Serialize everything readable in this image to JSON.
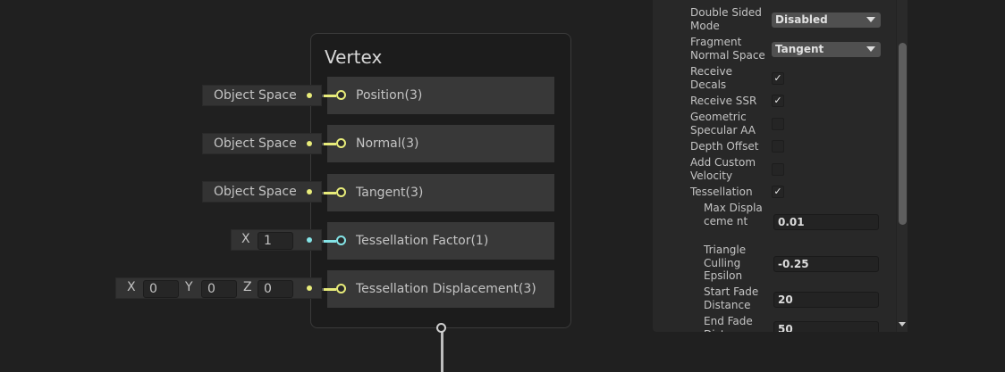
{
  "node": {
    "title": "Vertex",
    "ports": [
      {
        "label": "Position(3)",
        "input": "Object Space",
        "color": "#e8ec7a"
      },
      {
        "label": "Normal(3)",
        "input": "Object Space",
        "color": "#e8ec7a"
      },
      {
        "label": "Tangent(3)",
        "input": "Object Space",
        "color": "#e8ec7a"
      },
      {
        "label": "Tessellation Factor(1)",
        "x_label": "X",
        "x": "1",
        "color": "#84e4e7"
      },
      {
        "label": "Tessellation Displacement(3)",
        "x_label": "X",
        "x": "0",
        "y_label": "Y",
        "y": "0",
        "z_label": "Z",
        "z": "0",
        "color": "#e8ec7a"
      }
    ]
  },
  "inspector": {
    "double_sided_label": "Double Sided Mode",
    "double_sided_value": "Disabled",
    "fragment_normal_label": "Fragment Normal Space",
    "fragment_normal_value": "Tangent",
    "receive_decals_label": "Receive Decals",
    "receive_decals": true,
    "receive_ssr_label": "Receive SSR",
    "receive_ssr": true,
    "geometric_aa_label": "Geometric Specular AA",
    "geometric_aa": false,
    "depth_offset_label": "Depth Offset",
    "depth_offset": false,
    "custom_velocity_label": "Add Custom Velocity",
    "custom_velocity": false,
    "tessellation_label": "Tessellation",
    "tessellation": true,
    "max_disp_label": "Max Displaceme nt",
    "max_disp": "0.01",
    "tri_cull_label": "Triangle Culling Epsilon",
    "tri_cull": "-0.25",
    "start_fade_label": "Start Fade Distance",
    "start_fade": "20",
    "end_fade_label": "End Fade Distance",
    "end_fade": "50",
    "check": "✓"
  }
}
